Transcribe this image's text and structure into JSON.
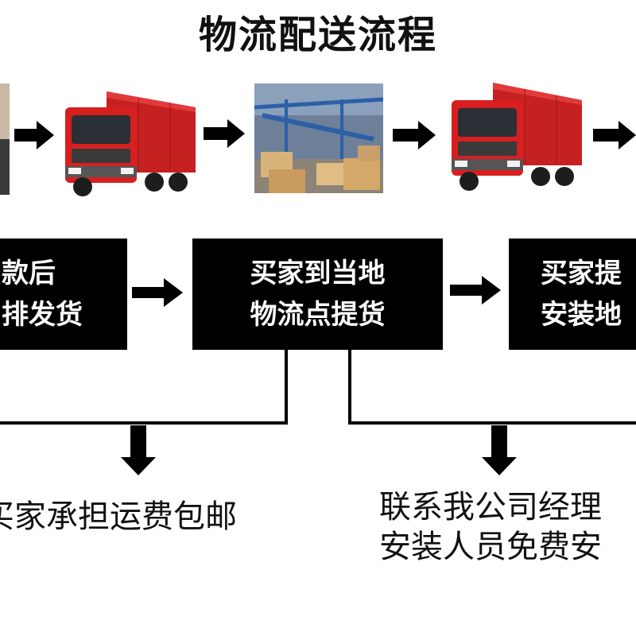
{
  "title": "物流配送流程",
  "steps": {
    "left": {
      "line1": "款后",
      "line2": "排发货"
    },
    "center": {
      "line1": "买家到当地",
      "line2": "物流点提货"
    },
    "right": {
      "line1": "买家提",
      "line2": "安装地"
    }
  },
  "notes": {
    "left": "买家承担运费包邮",
    "right_line1": "联系我公司经理",
    "right_line2": "安装人员免费安"
  },
  "colors": {
    "box": "#000000",
    "truck_cab": "#d81f1f",
    "truck_trailer": "#c62121",
    "arrow": "#000000"
  }
}
